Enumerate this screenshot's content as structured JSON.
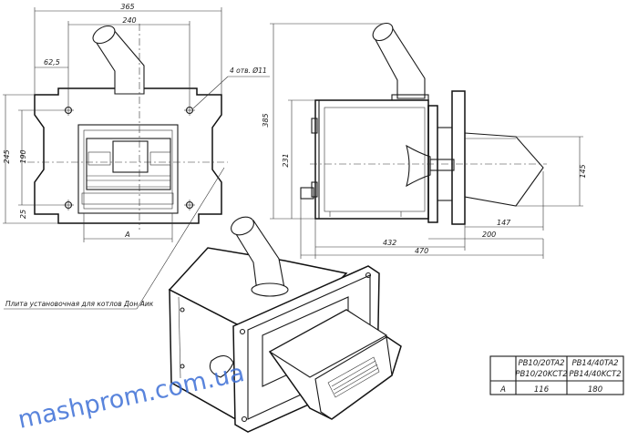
{
  "dimensions": {
    "overall_width": "365",
    "inner_width": "240",
    "offset": "62,5",
    "height_245": "245",
    "height_190": "190",
    "height_25": "25",
    "a_label": "A",
    "side_height": "385",
    "side_231": "231",
    "hopper_145": "145",
    "len_147": "147",
    "len_200": "200",
    "len_432": "432",
    "len_470": "470"
  },
  "annotations": {
    "holes": "4 отв. Ø11",
    "plate": "Плита установочная для котлов Дон Аик"
  },
  "table": {
    "headers": [
      "",
      "PB10/20TA2\nPB10/20KCT2",
      "PB14/40TA2\nPB14/40KCT2"
    ],
    "header_lines": [
      [
        "PB10/20TA2",
        "PB10/20KCT2"
      ],
      [
        "PB14/40TA2",
        "PB14/40KCT2"
      ]
    ],
    "row_label": "A",
    "values": [
      "116",
      "180"
    ]
  },
  "watermark": "mashprom.com.ua"
}
